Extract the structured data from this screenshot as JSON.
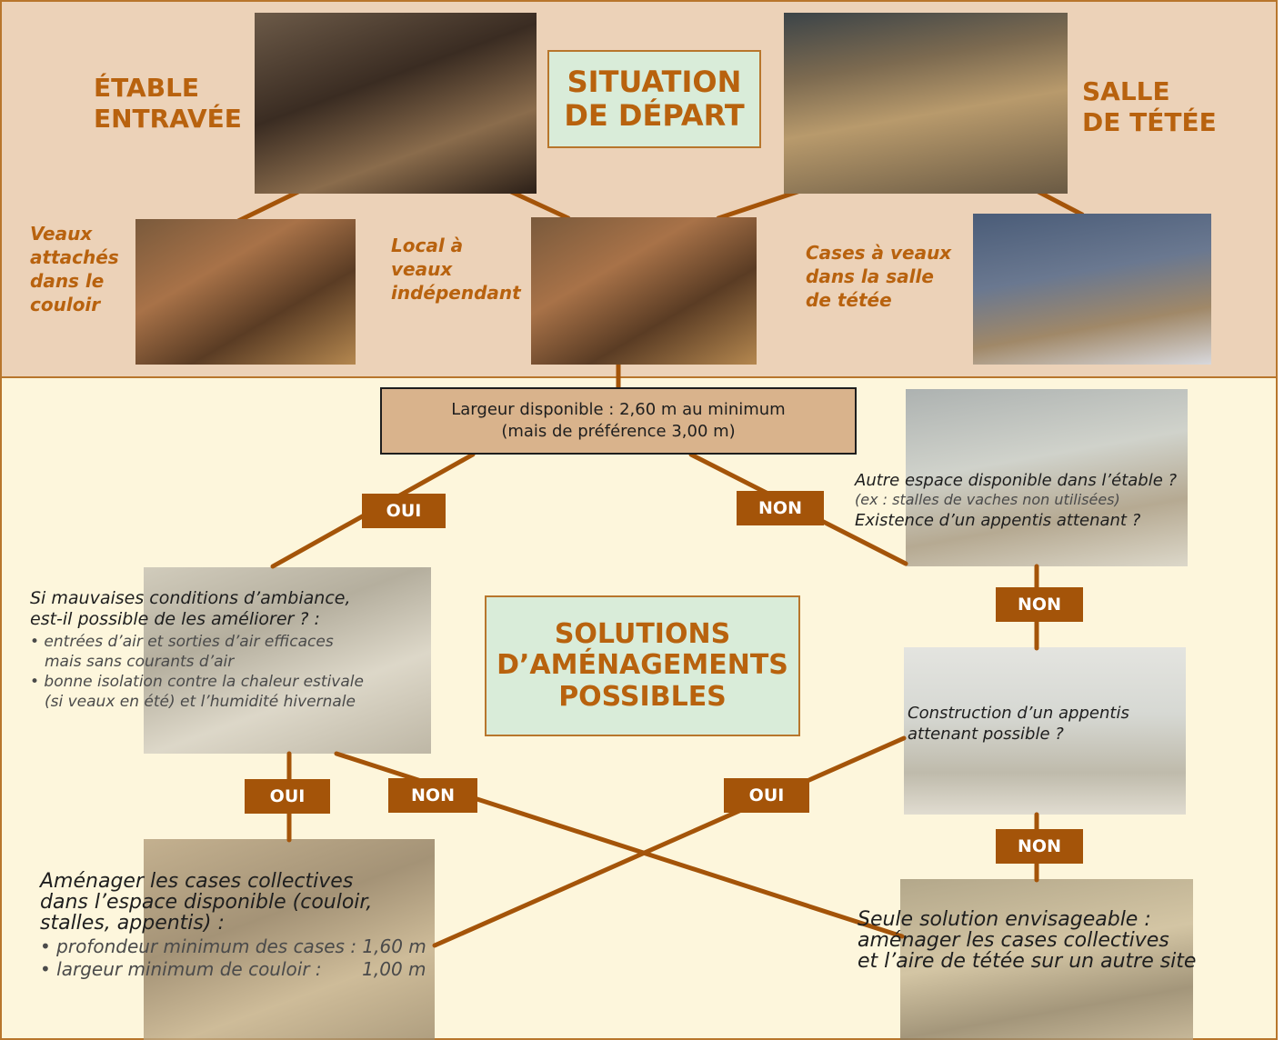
{
  "top": {
    "etable": [
      "ÉTABLE",
      "ENTRAVÉE"
    ],
    "situation": [
      "SITUATION",
      "DE DÉPART"
    ],
    "salle": [
      "SALLE",
      "DE TÉTÉE"
    ],
    "veaux_attaches": [
      "Veaux",
      "attachés",
      "dans le",
      "couloir"
    ],
    "local": [
      "Local à",
      "veaux",
      "indépendant"
    ],
    "cases": [
      "Cases à veaux",
      "dans la salle",
      "de tétée"
    ]
  },
  "criteria": [
    "Largeur disponible : 2,60 m au minimum",
    "(mais de préférence 3,00 m)"
  ],
  "tags": {
    "oui_1": "OUI",
    "non_1": "NON",
    "non_2": "NON",
    "oui_2": "OUI",
    "non_3": "NON",
    "oui_3": "OUI",
    "non_4": "NON"
  },
  "solutions": [
    "SOLUTIONS",
    "D’AMÉNAGEMENTS",
    "POSSIBLES"
  ],
  "ambiance": {
    "q1": "Si mauvaises conditions d’ambiance,",
    "q2": "est-il possible de les améliorer ? :",
    "b1a": "• entrées d’air et sorties d’air efficaces",
    "b1b": "mais sans courants d’air",
    "b2a": "• bonne isolation contre la chaleur estivale",
    "b2b": "(si veaux en été) et l’humidité hivernale"
  },
  "autre": {
    "l1": "Autre espace disponible dans l’étable ?",
    "l2": "(ex : stalles de vaches non utilisées)",
    "l3": "Existence d’un appentis attenant ?"
  },
  "construction": [
    "Construction d’un appentis",
    "attenant possible ?"
  ],
  "amenager": {
    "l1": "Aménager les cases collectives",
    "l2": "dans l’espace disponible (couloir,",
    "l3": "stalles, appentis) :",
    "b1": "• profondeur minimum des cases : 1,60 m",
    "b2": "• largeur minimum de couloir :       1,00 m"
  },
  "seule": [
    "Seule solution envisageable :",
    "aménager les cases collectives",
    "et l’aire de tétée sur un autre site"
  ],
  "colors": {
    "accent": "#b8620e",
    "line": "#a45409",
    "top_bg": "#ecd2b8",
    "bottom_bg": "#fdf6dc",
    "green": "#d9ecd9"
  }
}
